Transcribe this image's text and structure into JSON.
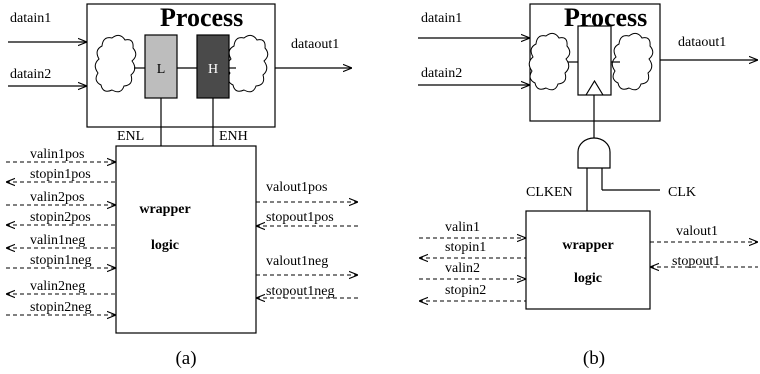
{
  "panel_a": {
    "process_title": "Process",
    "inputs": [
      "datain1",
      "datain2"
    ],
    "output": "dataout1",
    "latch_low": "L",
    "latch_high": "H",
    "enable_low": "ENL",
    "enable_high": "ENH",
    "wrapper_line1": "wrapper",
    "wrapper_line2": "logic",
    "left_signals": [
      "valin1pos",
      "stopin1pos",
      "valin2pos",
      "stopin2pos",
      "valin1neg",
      "stopin1neg",
      "valin2neg",
      "stopin2neg"
    ],
    "right_signals": [
      "valout1pos",
      "stopout1pos",
      "valout1neg",
      "stopout1neg"
    ],
    "caption": "(a)"
  },
  "panel_b": {
    "process_title": "Process",
    "inputs": [
      "datain1",
      "datain2"
    ],
    "output": "dataout1",
    "clken": "CLKEN",
    "clk": "CLK",
    "wrapper_line1": "wrapper",
    "wrapper_line2": "logic",
    "left_signals": [
      "valin1",
      "stopin1",
      "valin2",
      "stopin2"
    ],
    "right_signals": [
      "valout1",
      "stopout1"
    ],
    "caption": "(b)"
  },
  "colors": {
    "latch_low_fill": "#bdbdbd",
    "latch_high_fill": "#4a4a4a"
  }
}
